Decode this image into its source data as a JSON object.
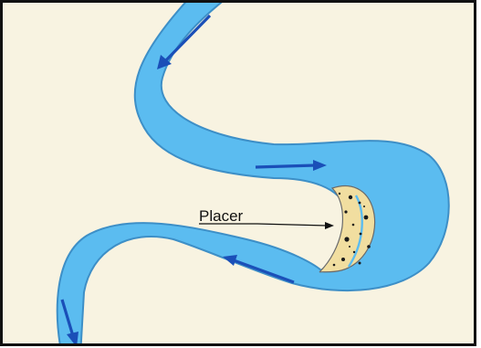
{
  "labels": {
    "placer": "Placer"
  },
  "colors": {
    "background": "#f8f3e1",
    "border": "#111111",
    "water": "#5bbcf0",
    "water_edge": "#3d8fc7",
    "arrow": "#1a4fb8",
    "deposit": "#f1dea0",
    "deposit_dots": "#1a1a1a",
    "deposit_edge": "#6a6a6a"
  },
  "flow_arrows": [
    {
      "id": "top-left",
      "direction": "down-left"
    },
    {
      "id": "middle",
      "direction": "right"
    },
    {
      "id": "lower",
      "direction": "left"
    },
    {
      "id": "bottom",
      "direction": "down"
    }
  ]
}
